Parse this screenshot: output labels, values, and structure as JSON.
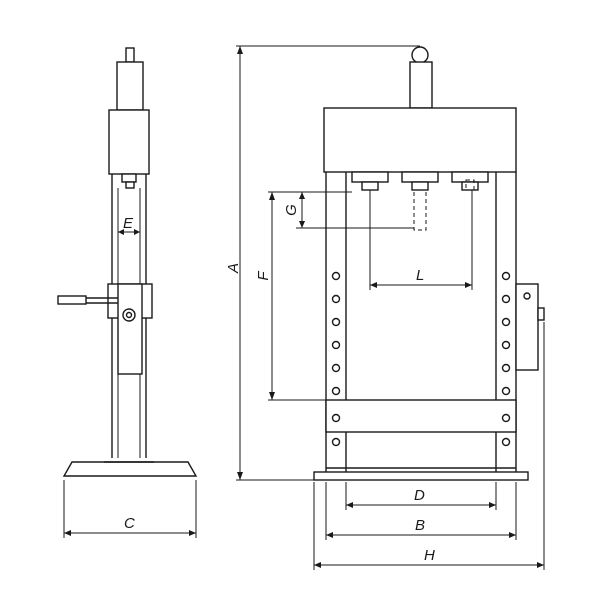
{
  "diagram": {
    "labels": {
      "A": "A",
      "B": "B",
      "C": "C",
      "D": "D",
      "E": "E",
      "F": "F",
      "G": "G",
      "H": "H",
      "L": "L"
    },
    "colors": {
      "line": "#1a1a1a",
      "background": "#ffffff"
    }
  }
}
